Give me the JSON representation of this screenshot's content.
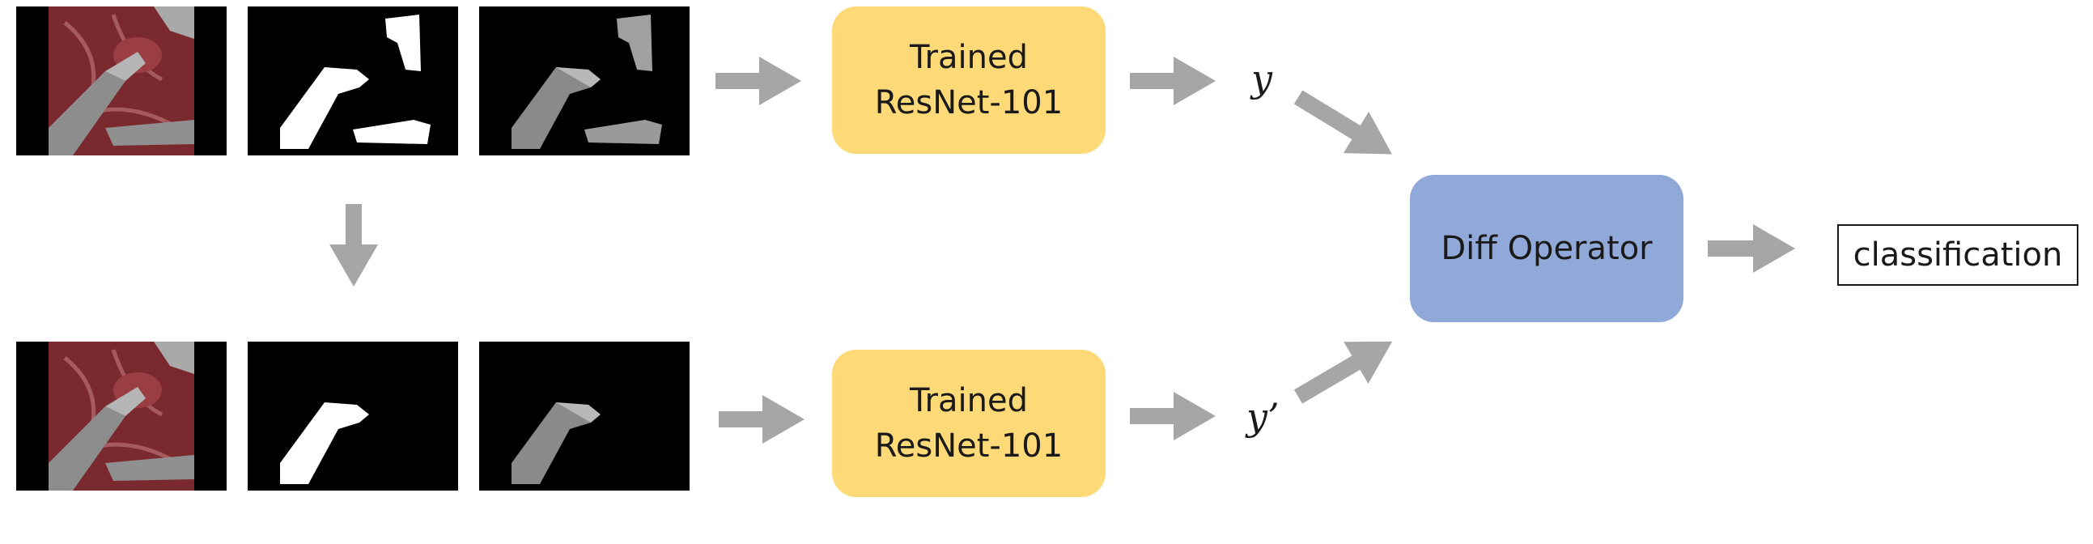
{
  "top_branch": {
    "model_label_line1": "Trained",
    "model_label_line2": "ResNet-101",
    "output_label": "y"
  },
  "bottom_branch": {
    "model_label_line1": "Trained",
    "model_label_line2": "ResNet-101",
    "output_label": "y’"
  },
  "diff_operator_label": "Diff Operator",
  "classification_label": "classification",
  "colors": {
    "model_box": "#fed978",
    "diff_box": "#90a9d9",
    "arrow": "#a6a6a6"
  }
}
